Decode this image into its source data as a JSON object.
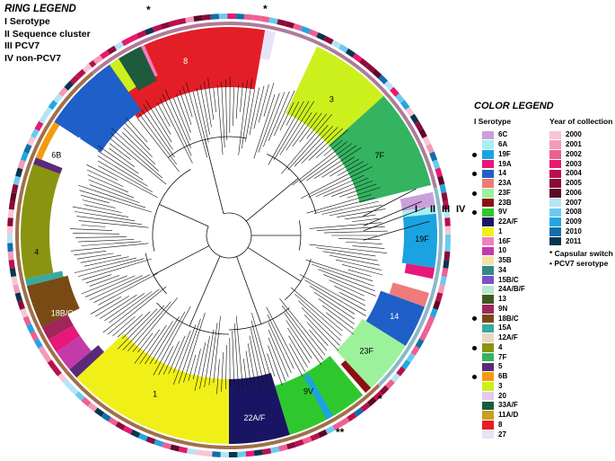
{
  "ring_legend": {
    "title": "RING LEGEND",
    "lines": [
      "I Serotype",
      "II Sequence cluster",
      "III PCV7",
      "IV non-PCV7"
    ]
  },
  "color_legend": {
    "title": "COLOR LEGEND",
    "serotype_header": "I Serotype",
    "year_header": "Year of collection",
    "serotypes": [
      {
        "label": "6C",
        "color": "#c9a0dc",
        "pcv7": false
      },
      {
        "label": "6A",
        "color": "#a6f0f5",
        "pcv7": false
      },
      {
        "label": "19F",
        "color": "#1aa3e0",
        "pcv7": true
      },
      {
        "label": "19A",
        "color": "#e8177a",
        "pcv7": false
      },
      {
        "label": "14",
        "color": "#1f5fc8",
        "pcv7": true
      },
      {
        "label": "23A",
        "color": "#f07a7a",
        "pcv7": false
      },
      {
        "label": "23F",
        "color": "#9bf29b",
        "pcv7": true
      },
      {
        "label": "23B",
        "color": "#8b1010",
        "pcv7": false
      },
      {
        "label": "9V",
        "color": "#2ec82e",
        "pcv7": true
      },
      {
        "label": "22A/F",
        "color": "#1a1464",
        "pcv7": false
      },
      {
        "label": "1",
        "color": "#f0f018",
        "pcv7": false
      },
      {
        "label": "16F",
        "color": "#f27ec0",
        "pcv7": false
      },
      {
        "label": "10",
        "color": "#c33aa8",
        "pcv7": false
      },
      {
        "label": "35B",
        "color": "#efe3a8",
        "pcv7": false
      },
      {
        "label": "34",
        "color": "#2f8a86",
        "pcv7": false
      },
      {
        "label": "15B/C",
        "color": "#7a52c8",
        "pcv7": false
      },
      {
        "label": "24A/B/F",
        "color": "#b9e6cf",
        "pcv7": false
      },
      {
        "label": "13",
        "color": "#3e5a20",
        "pcv7": false
      },
      {
        "label": "9N",
        "color": "#a0265a",
        "pcv7": false
      },
      {
        "label": "18B/C",
        "color": "#7a4a14",
        "pcv7": true
      },
      {
        "label": "15A",
        "color": "#3aa8a0",
        "pcv7": false
      },
      {
        "label": "12A/F",
        "color": "#e8d8c0",
        "pcv7": false
      },
      {
        "label": "4",
        "color": "#8a9410",
        "pcv7": true
      },
      {
        "label": "7F",
        "color": "#34b360",
        "pcv7": false
      },
      {
        "label": "5",
        "color": "#5a2a78",
        "pcv7": false
      },
      {
        "label": "6B",
        "color": "#f59a0c",
        "pcv7": true
      },
      {
        "label": "3",
        "color": "#ccf01c",
        "pcv7": false
      },
      {
        "label": "20",
        "color": "#e8c8ee",
        "pcv7": false
      },
      {
        "label": "33A/F",
        "color": "#1e5a3c",
        "pcv7": false
      },
      {
        "label": "11A/D",
        "color": "#c8a020",
        "pcv7": false
      },
      {
        "label": "8",
        "color": "#e41e26",
        "pcv7": false
      },
      {
        "label": "27",
        "color": "#e8e4f8",
        "pcv7": false
      }
    ],
    "years": [
      {
        "label": "2000",
        "color": "#f6c6d6"
      },
      {
        "label": "2001",
        "color": "#f39ab8"
      },
      {
        "label": "2002",
        "color": "#ee5f92"
      },
      {
        "label": "2003",
        "color": "#e51a6e"
      },
      {
        "label": "2004",
        "color": "#b8104e"
      },
      {
        "label": "2005",
        "color": "#8a0a3a"
      },
      {
        "label": "2006",
        "color": "#5c0828"
      },
      {
        "label": "2007",
        "color": "#b4e4f6"
      },
      {
        "label": "2008",
        "color": "#6ccaf0"
      },
      {
        "label": "2009",
        "color": "#22a6e0"
      },
      {
        "label": "2010",
        "color": "#136ea8"
      },
      {
        "label": "2011",
        "color": "#0a3450"
      }
    ],
    "notes": [
      "* Capsular switch",
      "• PCV7 serotype"
    ]
  },
  "ring_numerals": [
    "I",
    "II",
    "III",
    "IV"
  ],
  "clade_labels": [
    "8",
    "3",
    "7F",
    "14",
    "6B",
    "4",
    "18B/C",
    "1",
    "22A/F",
    "9V",
    "23F",
    "14",
    "19F"
  ],
  "stars": [
    "*",
    "*",
    "*",
    "**"
  ],
  "theme": {
    "ring2_brown": "#a0704a",
    "ring2_mauve": "#b07a9a",
    "ring2_teal": "#8ab8c8",
    "branch": "#111111"
  }
}
